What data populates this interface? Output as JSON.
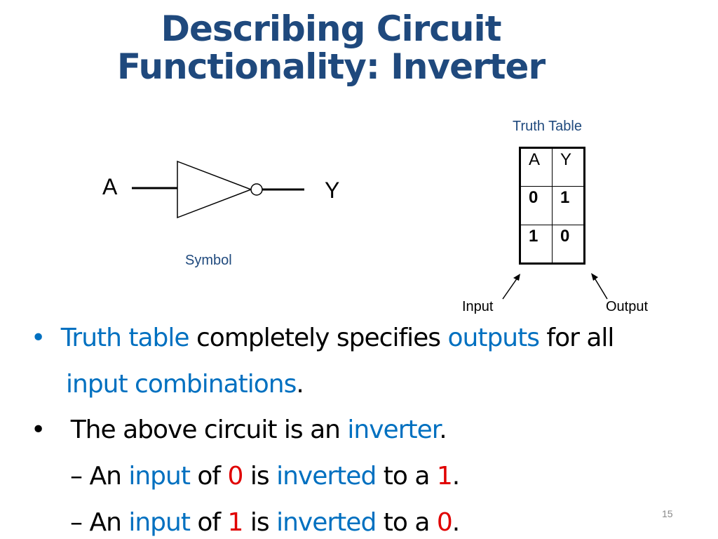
{
  "slide": {
    "title_line1": "Describing Circuit",
    "title_line2": "Functionality: Inverter",
    "page_number": "15"
  },
  "symbol": {
    "input_label": "A",
    "output_label": "Y",
    "caption": "Symbol"
  },
  "truth_table": {
    "caption": "Truth Table",
    "headers": [
      "A",
      "Y"
    ],
    "rows": [
      [
        "0",
        "1"
      ],
      [
        "1",
        "0"
      ]
    ],
    "input_annotation": "Input",
    "output_annotation": "Output"
  },
  "bullets": {
    "b1": {
      "bullet": "•",
      "p1": "Truth table",
      "p2": " completely specifies ",
      "p3": "outputs",
      "p4": " for all",
      "p5": "input combinations",
      "p6": "."
    },
    "b2": {
      "bullet": "•",
      "p1": "The above circuit is an ",
      "p2": "inverter",
      "p3": "."
    },
    "s1": {
      "dash": "–",
      "p1": " An ",
      "p2": "input",
      "p3": " of ",
      "p4": "0",
      "p5": " is ",
      "p6": "inverted",
      "p7": " to a ",
      "p8": "1",
      "p9": "."
    },
    "s2": {
      "dash": "–",
      "p1": " An ",
      "p2": "input",
      "p3": " of ",
      "p4": "1",
      "p5": " is ",
      "p6": "inverted",
      "p7": " to a ",
      "p8": "0",
      "p9": "."
    }
  },
  "colors": {
    "title": "#1f497d",
    "highlight": "#0070c0",
    "emphasis": "#e00000"
  }
}
